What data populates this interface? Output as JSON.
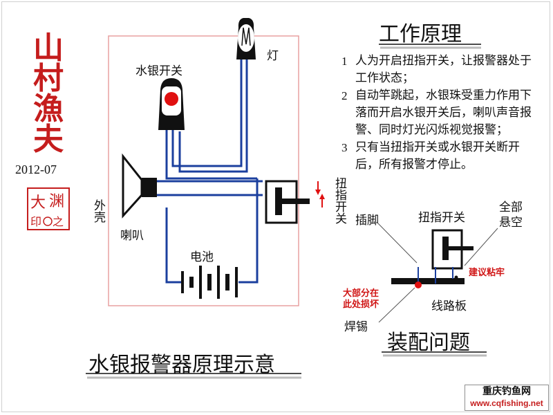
{
  "brand": [
    "山",
    "村",
    "漁",
    "夫"
  ],
  "date": "2012-07",
  "seal": {
    "left": "大",
    "right_top": "渊",
    "left_bottom": "印",
    "right_bottom": "之"
  },
  "diagram_title": "水银报警器原理示意",
  "labels": {
    "mercury_switch": "水银开关",
    "lamp": "灯",
    "speaker": "喇叭",
    "battery": "电池",
    "shell": "外壳",
    "twist_switch_side": "扭指开关"
  },
  "work_principle": {
    "title": "工作原理",
    "steps": [
      {
        "num": "1",
        "text": "人为开启扭指开关，让报警器处于工作状态；"
      },
      {
        "num": "2",
        "text": "自动竿跳起，水银珠受重力作用下落而开启水银开关后，喇叭声音报警、同时灯光闪烁视觉报警；"
      },
      {
        "num": "3",
        "text": "只有当扭指开关或水银开关断开后，所有报警才停止。"
      }
    ]
  },
  "assembly": {
    "title": "装配问题",
    "pin": "插脚",
    "twist_switch": "扭指开关",
    "all_suspended": "全部\n悬空",
    "suggest_glue": "建议粘牢",
    "damage_note": "大部分在\n此处损坏",
    "solder": "焊锡",
    "circuit_board": "线路板"
  },
  "watermark": {
    "name": "重庆钓鱼网",
    "url": "www.cqfishing.net"
  },
  "colors": {
    "brand_red": "#c51d1d",
    "wire_blue": "#1b3f9e",
    "shell_red": "#e8a0a0",
    "alert_red": "#e01010"
  }
}
